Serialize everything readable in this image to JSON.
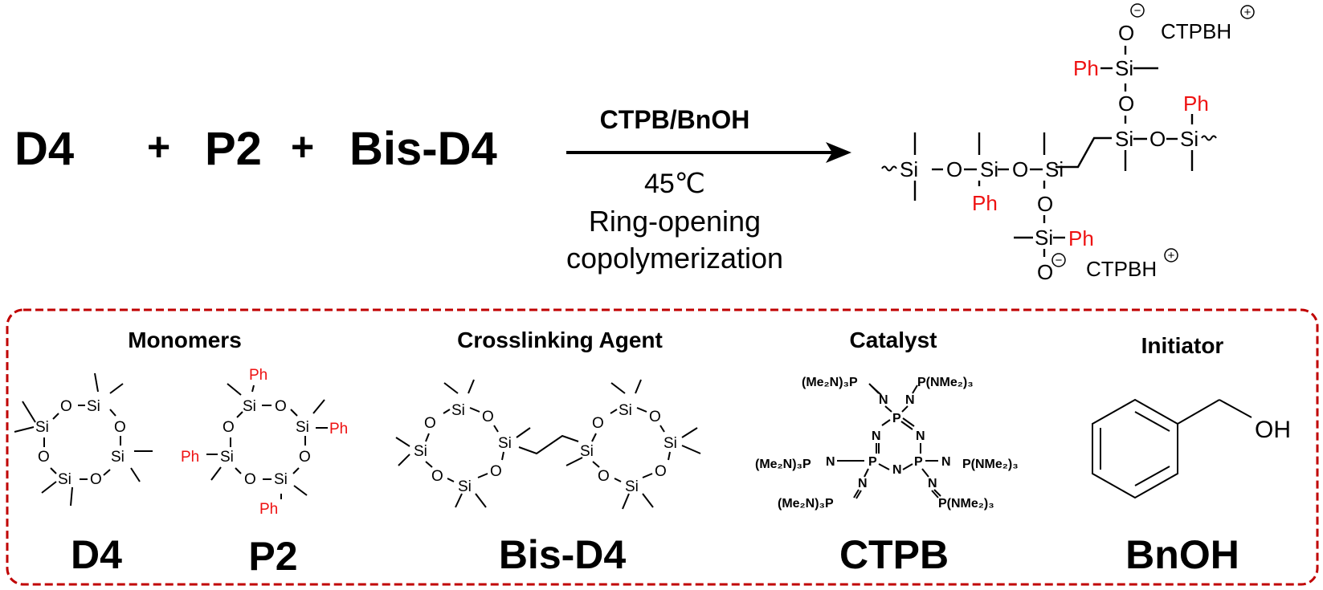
{
  "reaction": {
    "reactants": [
      "D4",
      "P2",
      "Bis-D4"
    ],
    "plus": "+",
    "arrow_above": "CTPB/BnOH",
    "arrow_below": [
      "45℃",
      "Ring-opening",
      "copolymerization"
    ]
  },
  "product": {
    "atoms": {
      "si": "Si",
      "o": "O",
      "ph": "Ph"
    },
    "counterion": "CTPBH",
    "charge_minus": "−",
    "charge_plus": "+"
  },
  "legend_box": {
    "border_color": "#c00000",
    "sections": [
      {
        "title": "Monomers",
        "labels": [
          "D4",
          "P2"
        ]
      },
      {
        "title": "Crosslinking Agent",
        "labels": [
          "Bis-D4"
        ]
      },
      {
        "title": "Catalyst",
        "labels": [
          "CTPB"
        ]
      },
      {
        "title": "Initiator",
        "labels": [
          "BnOH"
        ]
      }
    ]
  },
  "catalyst_groups": {
    "left": "(Me₂N)₃P",
    "right": "P(NMe₂)₃",
    "n": "N",
    "p": "P"
  },
  "initiator_group": "OH",
  "colors": {
    "substituent": "#ee1111",
    "text": "#000000"
  }
}
